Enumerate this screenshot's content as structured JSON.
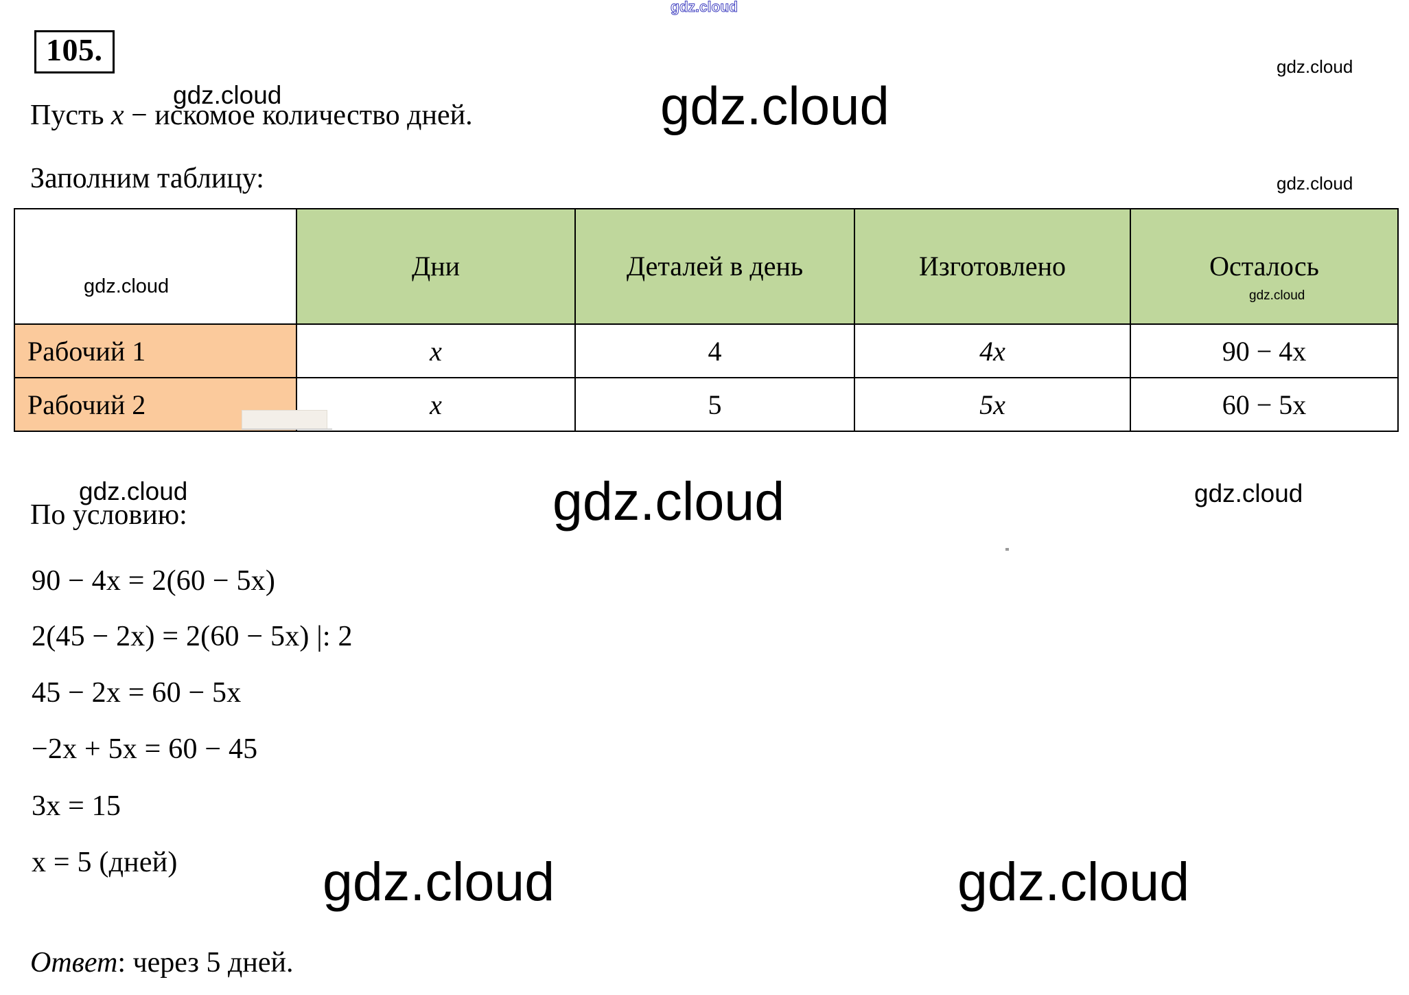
{
  "exercise": {
    "number": "105."
  },
  "intro": {
    "line1_a": "Пусть ",
    "line1_var": "x",
    "line1_b": " − искомое количество дней.",
    "line2": "Заполним таблицу:"
  },
  "table": {
    "columns": [
      "",
      "Дни",
      "Деталей в день",
      "Изготовлено",
      "Осталось"
    ],
    "header_corner_watermark": "gdz.cloud",
    "header_last_watermark": "gdz.cloud",
    "rows": [
      {
        "label": "Рабочий 1",
        "days": "x",
        "per_day": "4",
        "made": "4x",
        "left": "90 − 4x"
      },
      {
        "label": "Рабочий 2",
        "days": "x",
        "per_day": "5",
        "made": "5x",
        "left": "60 − 5x"
      }
    ]
  },
  "solution": {
    "heading": "По условию:",
    "steps": [
      "90 − 4x = 2(60 − 5x)",
      "2(45 − 2x) = 2(60 − 5x)  |: 2",
      "45 − 2x = 60 − 5x",
      "−2x + 5x = 60 − 45",
      "3x = 15",
      "x = 5 (дней)"
    ]
  },
  "answer": {
    "label": "Ответ",
    "text": ": через 5 дней."
  },
  "watermarks": {
    "top_small_outline": "gdz.cloud",
    "top_right_1": "gdz.cloud",
    "top_right_2": "gdz.cloud",
    "big_title": "gdz.cloud",
    "near_title_small": "gdz.cloud",
    "mid_big": "gdz.cloud",
    "mid_right": "gdz.cloud",
    "left_small": "gdz.cloud",
    "bottom_left_big": "gdz.cloud",
    "bottom_right_big": "gdz.cloud"
  },
  "colors": {
    "header_green": "#bfd79c",
    "row_orange": "#fbca9c",
    "outline_blue": "#4040c0",
    "text_black": "#000000"
  }
}
